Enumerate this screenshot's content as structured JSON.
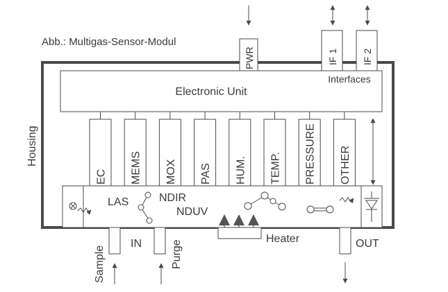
{
  "caption": "Abb.: Multigas-Sensor-Modul",
  "housing_label": "Housing",
  "electronic_unit": "Electronic Unit",
  "interfaces_label": "Interfaces",
  "top_ports": {
    "pwr": "PWR",
    "if1": "IF 1",
    "if2": "IF 2"
  },
  "sensors": [
    "EC",
    "MEMS",
    "MOX",
    "PAS",
    "HUM.",
    "TEMP.",
    "PRESSURE",
    "OTHER"
  ],
  "optics": {
    "las": "LAS",
    "ndir": "NDIR",
    "nduv": "NDUV"
  },
  "heater_label": "Heater",
  "ports": {
    "sample": "Sample",
    "in": "IN",
    "purge": "Purge",
    "out": "OUT"
  },
  "colors": {
    "line": "#4a4a4a",
    "text": "#3a3a3a",
    "fill_dark": "#555555",
    "background": "#ffffff"
  }
}
